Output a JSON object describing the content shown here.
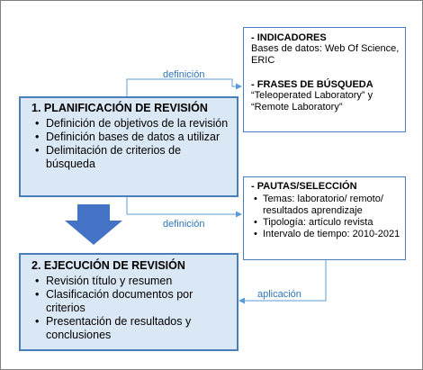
{
  "box_planning": {
    "title": "1. PLANIFICACIÓN DE REVISIÓN",
    "items": [
      "Definición de objetivos de la revisión",
      "Definición bases de datos a utilizar",
      "Delimitación de criterios de búsqueda"
    ]
  },
  "box_execution": {
    "title": "2. EJECUCIÓN DE REVISIÓN",
    "items": [
      "Revisión título y resumen",
      "Clasificación documentos por criterios",
      "Presentación de resultados y conclusiones"
    ]
  },
  "box_indicators": {
    "indicators_title": "- INDICADORES",
    "indicators_text": "Bases de datos: Web Of Science, ERIC",
    "phrases_title": "- FRASES DE BÚSQUEDA",
    "phrases_text": "“Teleoperated Laboratory” y “Remote Laboratory”"
  },
  "box_guidelines": {
    "title": "- PAUTAS/SELECCIÓN",
    "items": [
      "Temas: laboratorio/ remoto/ resultados aprendizaje",
      "Tipología: artículo revista",
      "Intervalo de tiempo: 2010-2021"
    ]
  },
  "connectors": {
    "label_top": "definición",
    "label_middle": "definición",
    "label_bottom": "aplicación"
  },
  "colors": {
    "box_fill": "#dae7f4",
    "border": "#4a7ebb",
    "arrow": "#4472c4",
    "label": "#2e75b6"
  }
}
